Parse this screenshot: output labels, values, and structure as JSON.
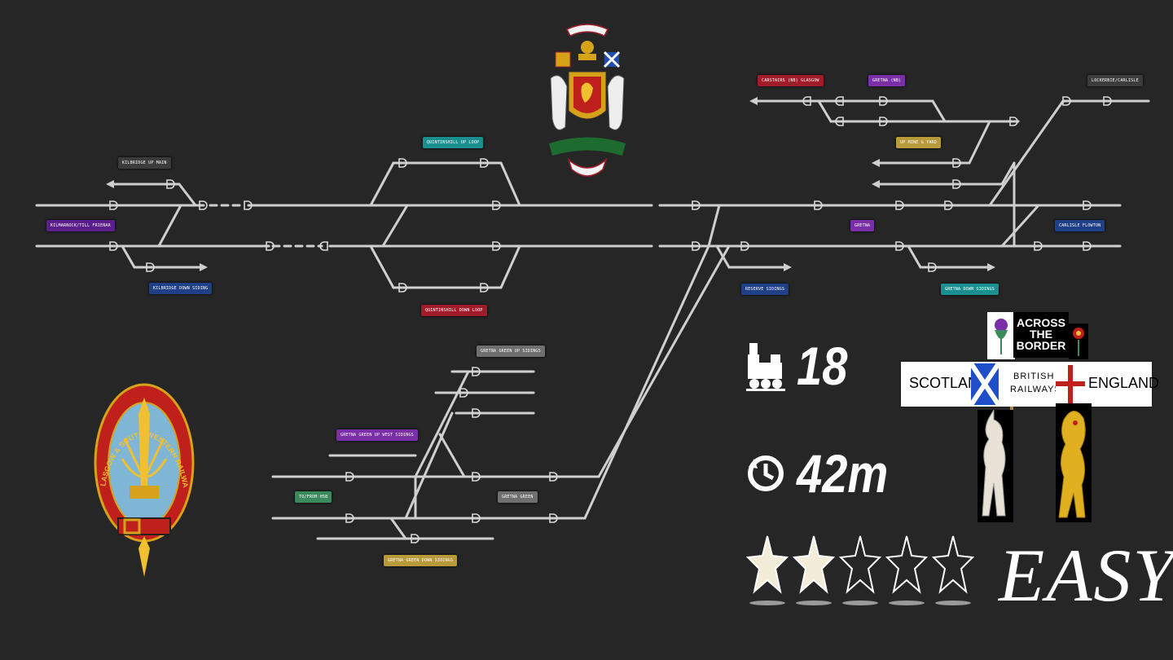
{
  "labels": {
    "kilbride_up_main": "KILBRIDGE UP MAIN",
    "kilmarnock_main": "KILMARNOCK/TILL FRIENAR",
    "kilbride_down_sidings": "KILBRIDGE DOWN SIDING",
    "gretna_up_loop": "QUINTINSHILL UP LOOP",
    "gretna_down_loop": "QUINTINSHILL DOWN LOOP",
    "carstairs_main": "CARSTAIRS (NB) GLASGOW",
    "carstairs_nb": "GRETNA (NB)",
    "lockerbie": "LOCKERBIE/CARLISLE",
    "up_mine_yard": "UP MINE & YARD",
    "gretna_centre": "GRETNA",
    "carlisle_flowton": "CARLISLE FLOWTON",
    "down_sidings_east": "GRETNA DOWN SIDINGS",
    "reserve_sidings": "RESERVE SIDINGS",
    "gretna_green_up_sidings": "GRETNA GREEN UP SIDINGS",
    "gretna_green_up_west": "GRETNA GREEN UP WEST SIDINGS",
    "yard_hs_north": "TO/FROM HSB",
    "gretna_green_yard": "GRETNA GREEN",
    "gretna_green_down": "GRETNA GREEN DOWN SIDINGS"
  },
  "stats": {
    "trains_icon": "steam-locomotive-icon",
    "trains_count": "18",
    "time_icon": "clock-icon",
    "duration": "42m"
  },
  "rating": {
    "stars_filled": 2,
    "stars_total": 5,
    "difficulty": "EASY"
  },
  "sign": {
    "across": "ACROSS",
    "the": "THE",
    "border": "BORDER",
    "scotland": "SCOTLAND",
    "british": "BRITISH",
    "railways": "RAILWAYS",
    "england": "ENGLAND"
  },
  "badge": {
    "text": "GLASGOW & SOUTH WESTERN RAILWAY"
  },
  "colors": {
    "background": "#262626",
    "track": "#cfcfcf",
    "label_blue": "#1f3f86",
    "label_purple": "#7a2fa8",
    "label_teal": "#1a8f8f",
    "label_red": "#a01c2a",
    "label_gold": "#b89a3a",
    "label_grey": "#6f6f6f",
    "label_green": "#3b8a5e",
    "label_darkgrey": "#3c3c3c"
  }
}
